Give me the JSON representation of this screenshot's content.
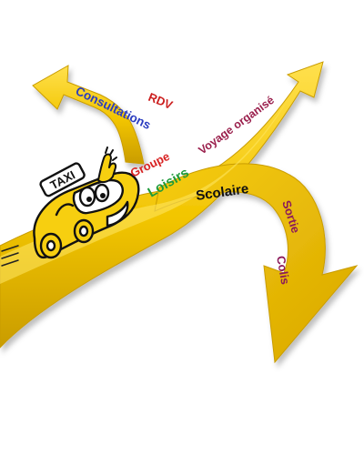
{
  "labels": {
    "consultations": "Consultations",
    "rdv": "RDV",
    "groupe": "Groupe",
    "voyage": "Voyage organisé",
    "loisirs": "Loisirs",
    "scolaire": "Scolaire",
    "sortie": "Sortie",
    "colis": "Colis"
  },
  "taxi_sign": "TAXI",
  "colors": {
    "arrow": "#f2c500",
    "arrow_highlight": "#ffe04d",
    "arrow_shadow": "#b88f00",
    "consultations": "#2a3cc0",
    "rdv": "#cc1f1f",
    "groupe": "#d82323",
    "voyage": "#9a1f4c",
    "loisirs": "#1e9a3a",
    "scolaire": "#111111",
    "sortie": "#8b1a5a",
    "colis": "#8b1a5a"
  },
  "icons": [
    "taxi-car-icon",
    "waving-hand-icon"
  ]
}
